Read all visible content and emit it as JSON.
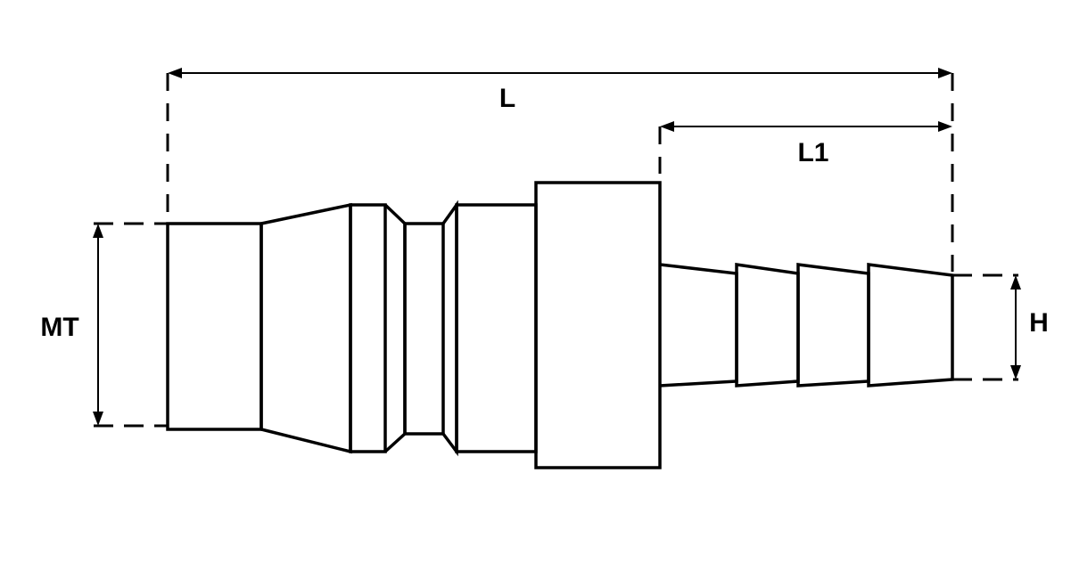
{
  "diagram": {
    "labels": {
      "overall_length": "L",
      "barb_length": "L1",
      "thread_size": "MT",
      "hose_barb_size": "H"
    },
    "colors": {
      "stroke": "#000000",
      "background": "#ffffff"
    }
  }
}
